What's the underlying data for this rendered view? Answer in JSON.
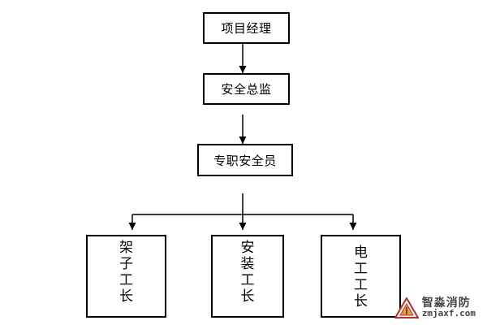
{
  "diagram": {
    "nodes": {
      "project_manager": "项目经理",
      "safety_director": "安全总监",
      "safety_officer": "专职安全员",
      "scaffold_foreman": "架子工长",
      "installation_foreman": "安装工长",
      "electrical_foreman": "电工工长"
    }
  },
  "watermark": {
    "title": "智淼消防",
    "url": "zmjaxf.com"
  }
}
